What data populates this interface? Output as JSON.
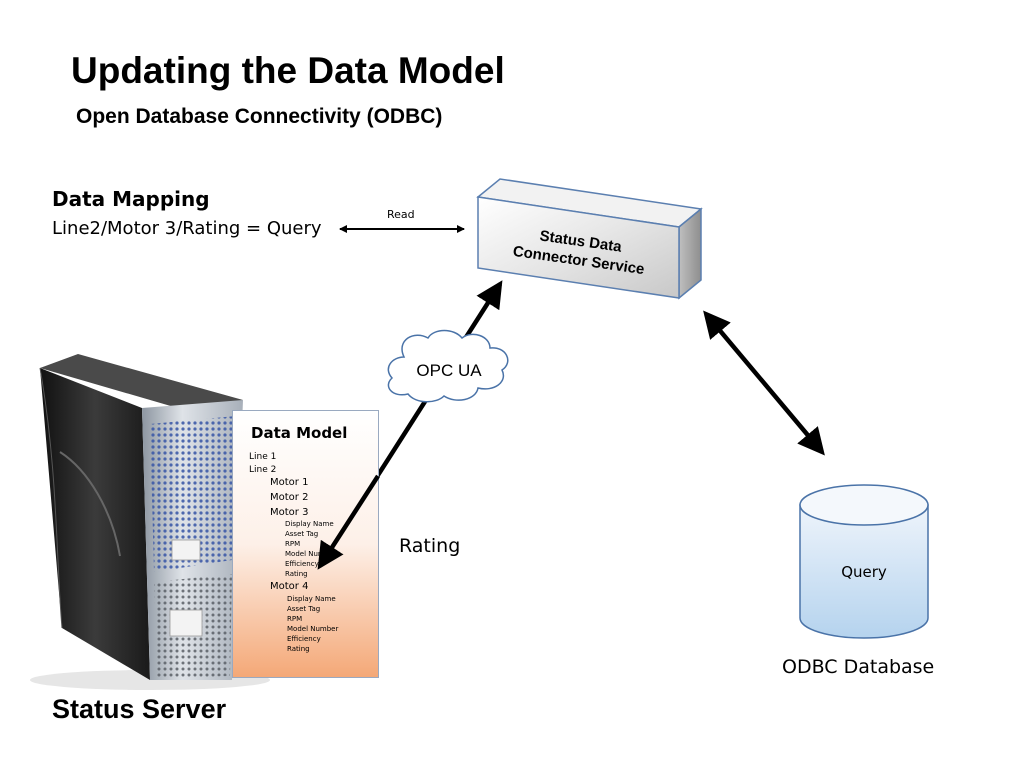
{
  "slide": {
    "title": "Updating the Data Model",
    "subtitle": "Open Database Connectivity (ODBC)"
  },
  "mapping": {
    "heading": "Data Mapping",
    "text": "Line2/Motor 3/Rating = Query",
    "arrow_label": "Read"
  },
  "connector": {
    "line1": "Status Data",
    "line2": "Connector Service"
  },
  "cloud": {
    "label": "OPC UA"
  },
  "rating_label": "Rating",
  "server": {
    "label": "Status Server"
  },
  "database": {
    "inner_label": "Query",
    "label": "ODBC Database"
  },
  "data_model": {
    "title": "Data Model",
    "lines": [
      "Line 1",
      "Line 2"
    ],
    "motors": [
      {
        "name": "Motor 1",
        "attrs": []
      },
      {
        "name": "Motor 2",
        "attrs": []
      },
      {
        "name": "Motor 3",
        "attrs": [
          "Display Name",
          "Asset Tag",
          "RPM",
          "Model Number",
          "Efficiency",
          "Rating"
        ]
      },
      {
        "name": "Motor 4",
        "attrs": [
          "Display Name",
          "Asset Tag",
          "RPM",
          "Model Number",
          "Efficiency",
          "Rating"
        ]
      }
    ]
  },
  "colors": {
    "arrow": "#000000",
    "box_face": "#e4e4e4",
    "box_edge": "#5b7fb0",
    "db_fill_top": "#e6f0fb",
    "db_fill_bottom": "#b5d3ee",
    "db_edge": "#4a73a8",
    "cloud_edge": "#4a73a8",
    "dm_gradient_end": "#f4a877"
  }
}
